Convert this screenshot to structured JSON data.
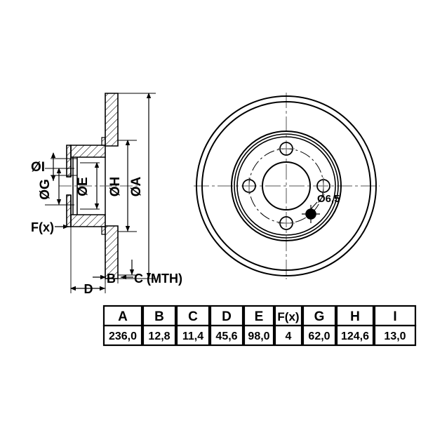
{
  "document": {
    "type": "engineering-drawing",
    "subject": "brake-disc",
    "background_color": "#ffffff",
    "line_color": "#000000"
  },
  "section_view": {
    "name": "cross-section-view",
    "labels": {
      "dia_i": "ØI",
      "dia_g": "ØG",
      "dia_e": "ØE",
      "dia_h": "ØH",
      "dia_a": "ØA",
      "fx": "F(x)",
      "b": "B",
      "c_mth": "C (MTH)",
      "d": "D"
    }
  },
  "front_view": {
    "name": "front-face-view",
    "annotation": {
      "hole_diameter": "Ø6,5"
    },
    "bolt_hole_count": 4
  },
  "table": {
    "headers": [
      "A",
      "B",
      "C",
      "D",
      "E",
      "F(x)",
      "G",
      "H",
      "I"
    ],
    "rows": [
      [
        "236,0",
        "12,8",
        "11,4",
        "45,6",
        "98,0",
        "4",
        "62,0",
        "124,6",
        "13,0"
      ]
    ]
  }
}
